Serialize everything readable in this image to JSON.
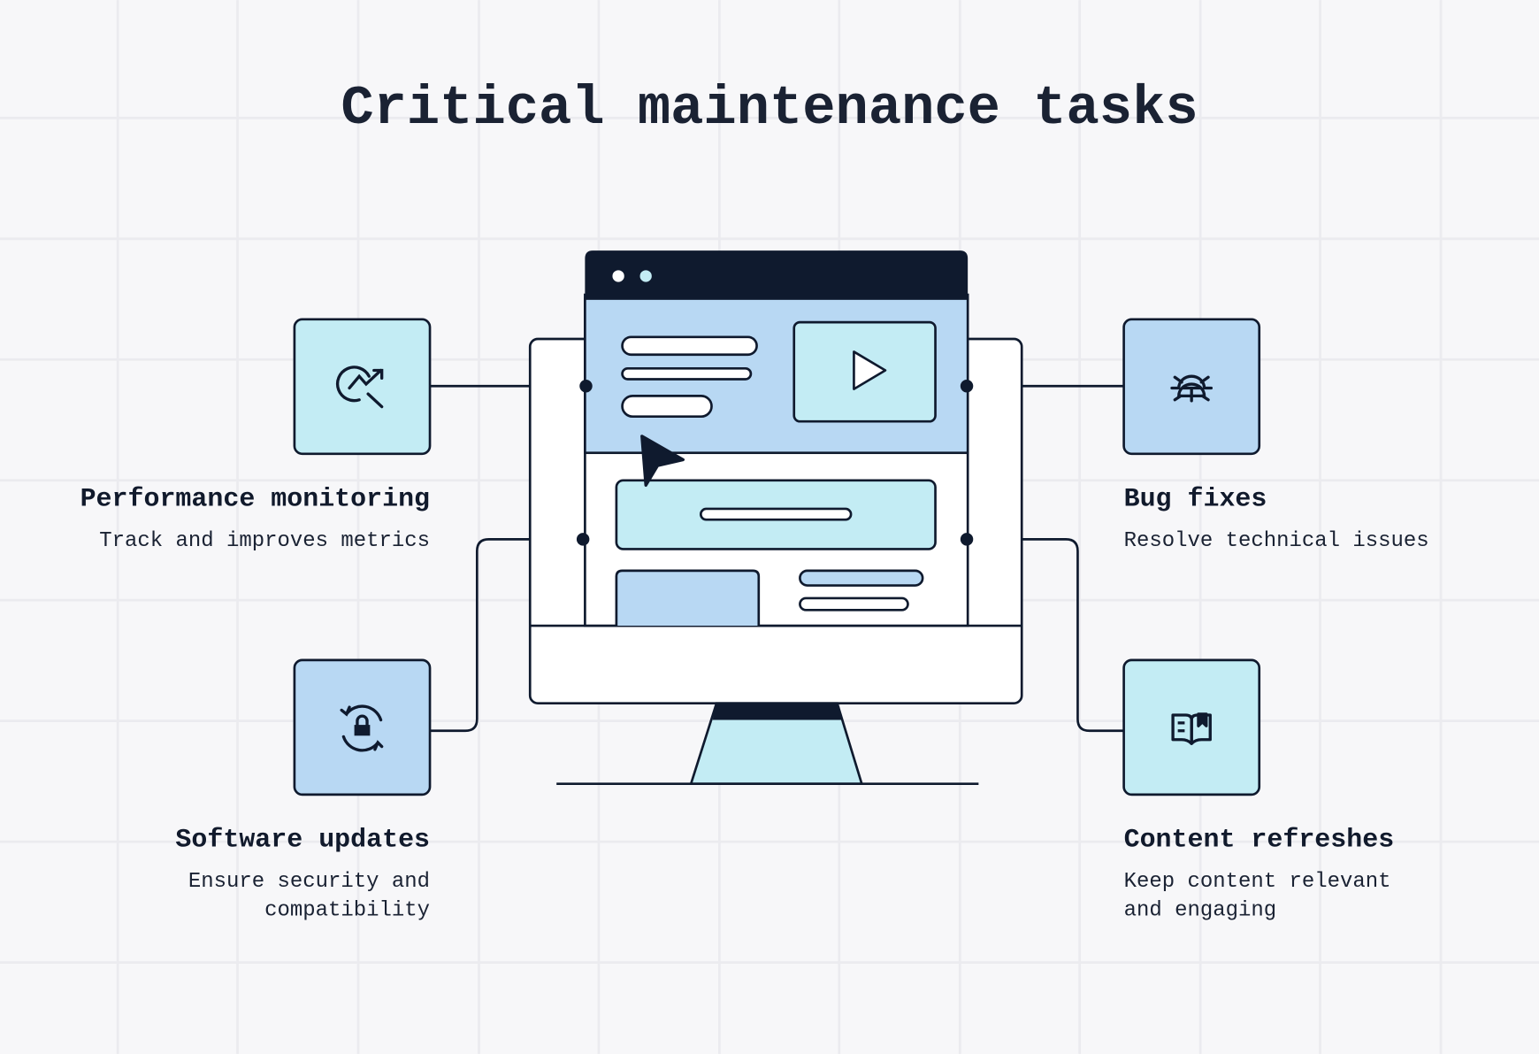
{
  "title": "Critical maintenance tasks",
  "colors": {
    "background": "#f7f7f9",
    "grid": "#ebebef",
    "ink": "#0f1a2e",
    "light_blue": "#b8d8f3",
    "light_cyan": "#c3ecf4",
    "white": "#ffffff"
  },
  "tasks": [
    {
      "title": "Performance monitoring",
      "lines": [
        "Track and improves metrics"
      ],
      "icon": "chart-search-icon"
    },
    {
      "title": "Software updates",
      "lines": [
        "Ensure security and",
        "compatibility"
      ],
      "icon": "refresh-lock-icon"
    },
    {
      "title": "Bug fixes",
      "lines": [
        "Resolve technical issues"
      ],
      "icon": "bug-icon"
    },
    {
      "title": "Content refreshes",
      "lines": [
        "Keep content relevant",
        "and engaging"
      ],
      "icon": "book-bookmark-icon"
    }
  ]
}
